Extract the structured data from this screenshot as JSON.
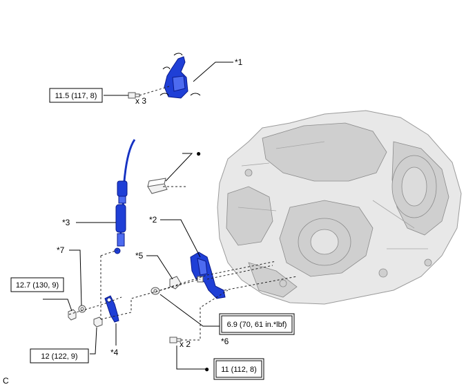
{
  "callouts": {
    "c1": "*1",
    "c2": "*2",
    "c3": "*3",
    "c4": "*4",
    "c5": "*5",
    "c6": "*6",
    "c7": "*7"
  },
  "torque": {
    "t1": "11.5 (117, 8)",
    "t2": "12.7 (130, 9)",
    "t3": "12 (122, 9)",
    "t4": "6.9 (70, 61 in.*lbf)",
    "t5": "11 (112, 8)"
  },
  "quantities": {
    "q1": "x 3",
    "q2": "x 2"
  },
  "marks": {
    "dot": "●"
  },
  "figure_code": "C",
  "colors": {
    "part_blue": "#1f3fd6",
    "line": "#000000",
    "transaxle_gray": "#e8e8e8"
  }
}
